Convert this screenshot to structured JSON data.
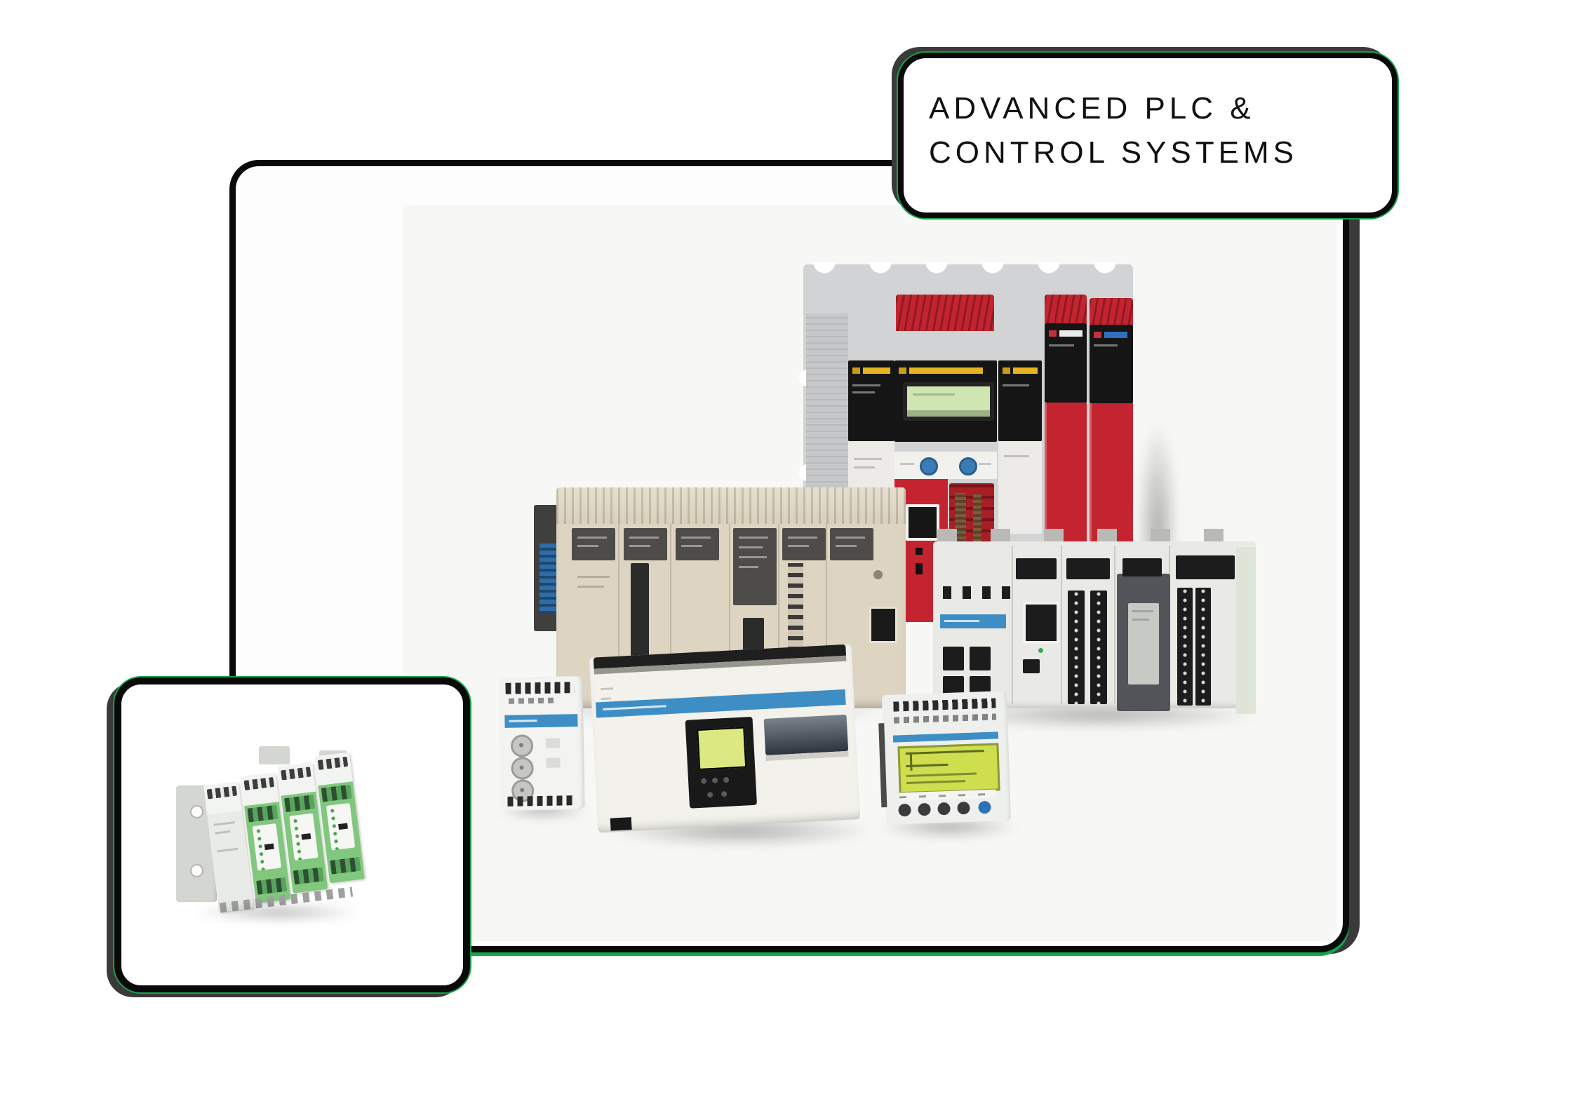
{
  "banner": {
    "line1": "ADVANCED PLC &",
    "line2": "CONTROL SYSTEMS"
  },
  "theme": {
    "canvas": "#ffffff",
    "card": "#fdfdfd",
    "ink": "#0a0a0a",
    "shadow": "#3a3a3a",
    "green": "#17a24b",
    "photo_bg": "#f7f7f5",
    "red": "#c42430",
    "red_dark": "#a81e27",
    "black_mod": "#151515",
    "yellow": "#e6b41e",
    "beige": "#ddd5c2",
    "beige_plate": "#4e4c48",
    "white_mod": "#e9eae6",
    "blue": "#3e8ec5",
    "blue_stripe": "#2f6fc0",
    "gray_backplane": "#d2d3d4",
    "lcd_green": "#cfe6b2",
    "lcd_yellow": "#dce982",
    "relay_screen": "#cede4e",
    "module_green": "#82c77e",
    "module_green_dark": "#57a55c"
  },
  "devices": {
    "rack_large": {
      "label": "Large modular PLC rack with black and red modules and green LCD"
    },
    "rack_beige": {
      "label": "Beige modular PLC rack with dark label plates"
    },
    "rack_white": {
      "label": "White compact modular PLC rack with black terminal strips"
    },
    "timer_relay": {
      "label": "DIN-rail timer relay with three round dials"
    },
    "compact_plc": {
      "label": "Compact controller with small display and blue stripe"
    },
    "smart_relay": {
      "label": "Smart relay with green LCD and button row"
    },
    "module_set": {
      "label": "Set of green DIN-rail I/O modules on mounting bracket"
    }
  }
}
